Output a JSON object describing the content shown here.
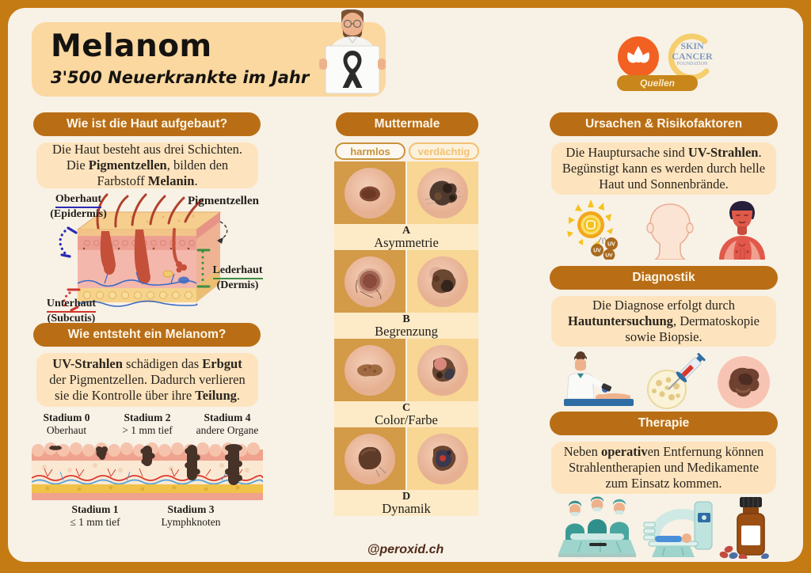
{
  "header": {
    "title": "Melanom",
    "subtitle": "3'500 Neuerkrankte im Jahr",
    "doctor_icon": "doctor-with-awareness-ribbon-icon",
    "league_logo_icon": "cancer-league-logo-icon",
    "scf_logo": {
      "line1": "Skin",
      "line2": "Cancer",
      "line3": "Foundation"
    },
    "sources_button": "Quellen"
  },
  "left": {
    "skin_section": {
      "header": "Wie ist die Haut aufgebaut?",
      "body": [
        {
          "t": "Die Haut besteht aus drei Schichten. Die "
        },
        {
          "t": "Pigmentzellen",
          "b": true
        },
        {
          "t": ", bilden den Farbstoff "
        },
        {
          "t": "Melanin",
          "b": true
        },
        {
          "t": "."
        }
      ]
    },
    "skin_diagram": {
      "labels": [
        {
          "name": "Oberhaut",
          "sub": "(Epidermis)"
        },
        {
          "name": "Pigmentzellen",
          "sub": ""
        },
        {
          "name": "Lederhaut",
          "sub": "(Dermis)"
        },
        {
          "name": "Unterhaut",
          "sub": "(Subcutis)"
        }
      ]
    },
    "melanoma_section": {
      "header": "Wie entsteht ein Melanom?",
      "body": [
        {
          "t": "UV-Strahlen",
          "b": true
        },
        {
          "t": " schädigen das "
        },
        {
          "t": "Erbgut",
          "b": true
        },
        {
          "t": " der Pigmentzellen. Dadurch verlieren sie die Kontrolle über ihre "
        },
        {
          "t": "Teilung",
          "b": true
        },
        {
          "t": "."
        }
      ]
    },
    "stages": [
      {
        "name": "Stadium 0",
        "desc": "Oberhaut"
      },
      {
        "name": "Stadium 1",
        "desc": "≤ 1 mm tief"
      },
      {
        "name": "Stadium 2",
        "desc": "> 1 mm tief"
      },
      {
        "name": "Stadium 3",
        "desc": "Lymphknoten"
      },
      {
        "name": "Stadium 4",
        "desc": "andere Organe"
      }
    ]
  },
  "middle": {
    "header": "Muttermale",
    "tabs": {
      "harmless": "harmlos",
      "suspicious": "verdächtig"
    },
    "rows": [
      {
        "letter": "A",
        "label": "Asymmetrie"
      },
      {
        "letter": "B",
        "label": "Begrenzung"
      },
      {
        "letter": "C",
        "label": "Color/Farbe"
      },
      {
        "letter": "D",
        "label": "Dynamik"
      }
    ]
  },
  "right": {
    "causes": {
      "header": "Ursachen & Risikofaktoren",
      "body": [
        {
          "t": "Die Hauptursache sind "
        },
        {
          "t": "UV-Strahlen",
          "b": true
        },
        {
          "t": ". Begünstigt kann es werden durch helle Haut und Sonnenbrände."
        }
      ],
      "uv_label": "UV",
      "icons": [
        "uv-sun-icon",
        "pale-skin-icon",
        "sunburn-icon"
      ]
    },
    "diagnostics": {
      "header": "Diagnostik",
      "body": [
        {
          "t": "Die Diagnose erfolgt durch "
        },
        {
          "t": "Hautuntersuchung",
          "b": true
        },
        {
          "t": ", Dermatoskopie sowie Biopsie."
        }
      ],
      "icons": [
        "skin-exam-icon",
        "biopsy-icon",
        "melanoma-close-up-icon"
      ]
    },
    "therapy": {
      "header": "Therapie",
      "body": [
        {
          "t": "Neben "
        },
        {
          "t": "operativ",
          "b": true
        },
        {
          "t": "en Entfernung können Strahlentherapien und Medikamente zum Einsatz kommen."
        }
      ],
      "icons": [
        "surgery-icon",
        "radiotherapy-icon",
        "medication-icon"
      ]
    }
  },
  "footer": {
    "handle": "@peroxid.ch"
  },
  "colors": {
    "border": "#C47B13",
    "background": "#F8F1E6",
    "pill": "#B96E15",
    "card": "#FDE4BE",
    "title_box": "#FAD8A0",
    "column_dark": "#D39A47",
    "column_light": "#F8D694",
    "label_band": "#FDEAC6",
    "accent_orange": "#F26122"
  }
}
